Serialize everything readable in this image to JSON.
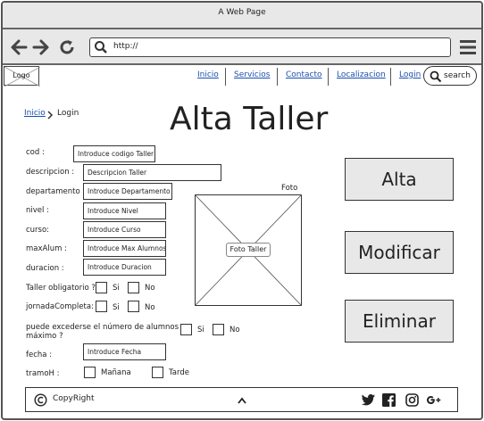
{
  "window": {
    "title": "A Web Page"
  },
  "toolbar": {
    "url": "http://"
  },
  "header": {
    "logo": "Logo",
    "nav": [
      "Inicio",
      "Servicios",
      "Contacto",
      "Localizacion",
      "Login"
    ],
    "search_label": "search"
  },
  "breadcrumb": {
    "link": "Inicio",
    "current": "Login"
  },
  "page": {
    "title": "Alta Taller"
  },
  "form": {
    "cod": {
      "label": "cod :",
      "placeholder": "Introduce codigo Taller"
    },
    "descripcion": {
      "label": "descripcion :",
      "placeholder": "Descripcion Taller"
    },
    "departamento": {
      "label": "departamento :",
      "placeholder": "Introduce Departamento"
    },
    "nivel": {
      "label": "nivel :",
      "placeholder": "Introduce Nivel"
    },
    "curso": {
      "label": "curso:",
      "placeholder": "Introduce Curso"
    },
    "maxAlum": {
      "label": "maxAlum :",
      "placeholder": "Introduce Max Alumnos"
    },
    "duracion": {
      "label": "duracion :",
      "placeholder": "Introduce Duracion"
    },
    "taller_obligatorio": {
      "label": "Taller obligatorio ?",
      "yes": "Si",
      "no": "No"
    },
    "jornada_completa": {
      "label": "jornadaCompleta:",
      "yes": "Si",
      "no": "No"
    },
    "exceder": {
      "label_line1": "puede excederse el número de alumnos",
      "label_line2": "máximo ?",
      "yes": "Si",
      "no": "No"
    },
    "fecha": {
      "label": "fecha :",
      "placeholder": "Introduce Fecha"
    },
    "tramo": {
      "label": "tramoH :",
      "opt1": "Mañana",
      "opt2": "Tarde"
    }
  },
  "photo": {
    "label": "Foto",
    "tag": "Foto Taller"
  },
  "actions": {
    "alta": "Alta",
    "modificar": "Modificar",
    "eliminar": "Eliminar"
  },
  "footer": {
    "copyright": "CopyRight"
  },
  "icons": [
    "back-arrow-icon",
    "forward-arrow-icon",
    "reload-icon",
    "search-icon",
    "hamburger-menu-icon",
    "copyright-icon",
    "chevron-up-icon",
    "twitter-icon",
    "facebook-icon",
    "instagram-icon",
    "google-plus-icon"
  ]
}
